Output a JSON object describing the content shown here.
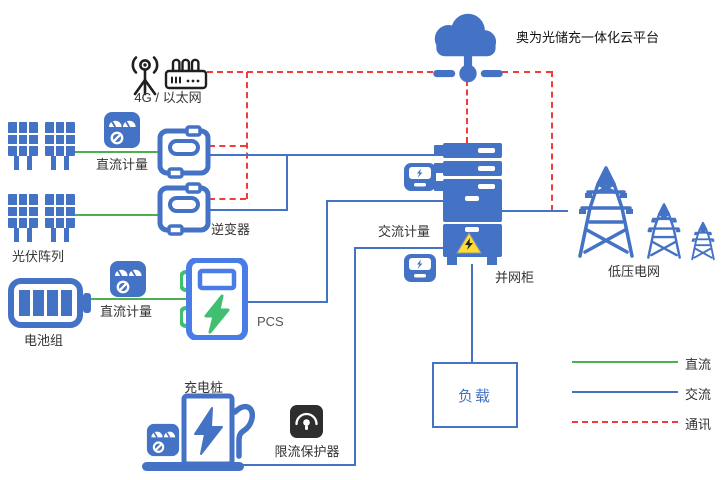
{
  "platform": {
    "label": "奥为光储充一体化云平台"
  },
  "network": {
    "label": "4G / 以太网"
  },
  "pv": {
    "array_label": "光伏阵列",
    "dc_meter_label": "直流计量"
  },
  "inverter": {
    "label": "逆变器"
  },
  "battery": {
    "label": "电池组",
    "dc_meter_label": "直流计量"
  },
  "pcs": {
    "label": "PCS"
  },
  "charger": {
    "label": "充电桩"
  },
  "protector": {
    "label": "限流保护器"
  },
  "ac_meter": {
    "label": "交流计量"
  },
  "cabinet": {
    "label": "并网柜"
  },
  "load": {
    "label": "负载"
  },
  "grid": {
    "label": "低压电网"
  },
  "legend": {
    "dc": "直流",
    "ac": "交流",
    "comm": "通讯"
  },
  "colors": {
    "dc": "#4CAF50",
    "ac": "#4472C4",
    "comm": "#F43B3B",
    "icon_primary": "#4472C4",
    "pcs_accent": "#3FBF6F",
    "warning": "#FFDD33",
    "protector_bg": "#2E2E2E"
  }
}
